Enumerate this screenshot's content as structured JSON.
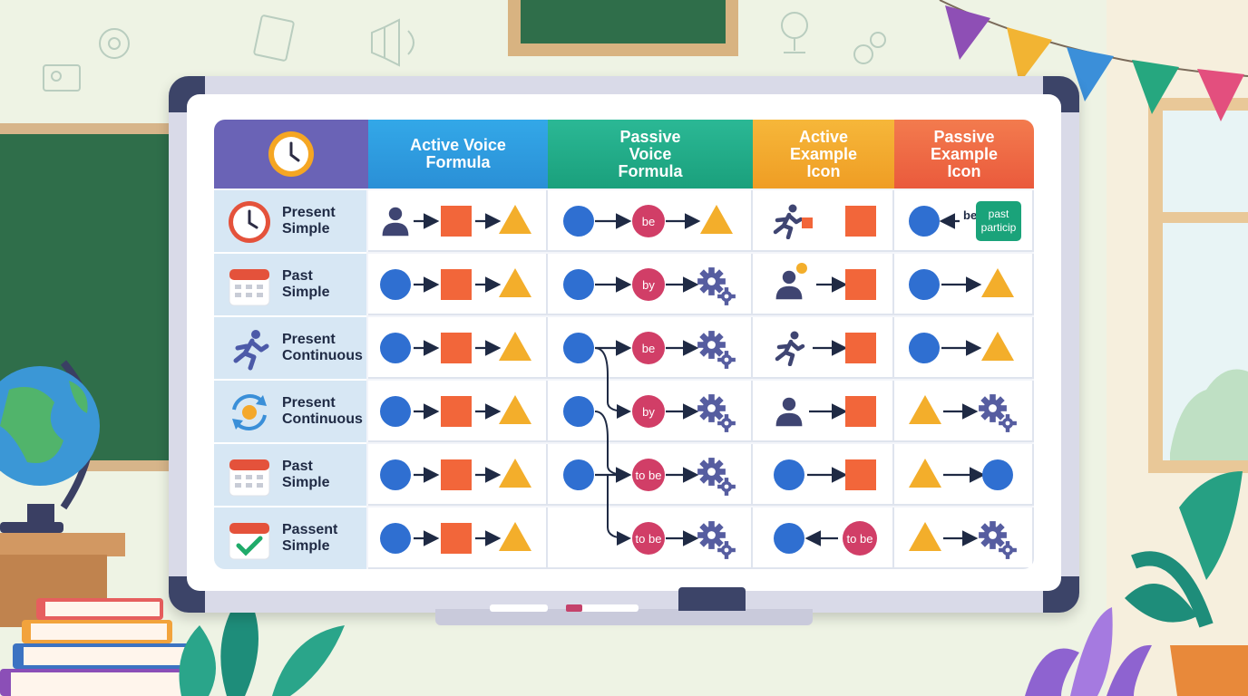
{
  "header": {
    "col1": "Active Voice Formula",
    "col2": "Passive Voice Formula",
    "col3": "Active Example Icon",
    "col4": "Passive Example Icon"
  },
  "rows": [
    {
      "label_line1": "Present",
      "label_line2": "Simple",
      "icon": "clock-icon"
    },
    {
      "label_line1": "Past",
      "label_line2": "Simple",
      "icon": "calendar-icon"
    },
    {
      "label_line1": "Present",
      "label_line2": "Continuous",
      "icon": "running-person-icon"
    },
    {
      "label_line1": "Present",
      "label_line2": "Continuous",
      "icon": "refresh-cycle-icon"
    },
    {
      "label_line1": "Past",
      "label_line2": "Simple",
      "icon": "calendar-icon"
    },
    {
      "label_line1": "Passent",
      "label_line2": "Simple",
      "icon": "calendar-check-icon"
    }
  ],
  "badges": {
    "be": "be",
    "by": "by",
    "to_be": "to be",
    "past_particip_line1": "past",
    "past_particip_line2": "particip"
  },
  "colors": {
    "header_clock": "#6a63b6",
    "header_active_formula": "#2e9fe0",
    "header_passive_formula": "#1fab86",
    "header_active_example": "#f1a72a",
    "header_passive_example": "#ee6a45",
    "circle_blue": "#2f6fd1",
    "square_orange": "#f2663a",
    "triangle_yellow": "#f3ae2b",
    "badge_pink": "#d13e67",
    "gear_purple": "#565da0",
    "person_navy": "#3f4572",
    "label_bg": "#d7e7f4",
    "badge_green": "#1aa37a"
  }
}
